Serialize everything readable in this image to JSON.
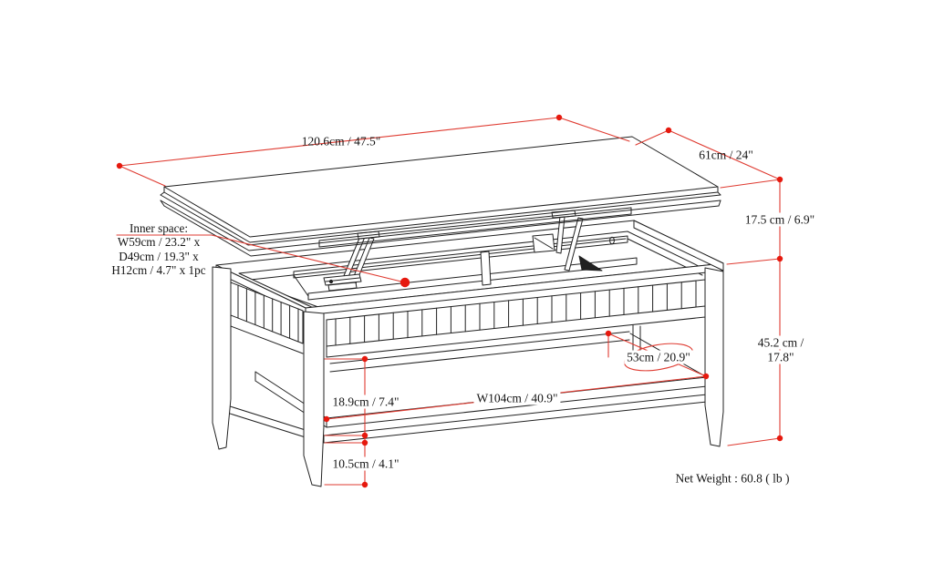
{
  "colors": {
    "background": "#ffffff",
    "line": "#212121",
    "dimension_line": "#df3b31",
    "dimension_dot": "#e6190e",
    "text": "#141414"
  },
  "drawing": {
    "subject": "lift-top coffee table technical dimension drawing",
    "labels": {
      "top_length": "120.6cm / 47.5\"",
      "top_depth": "61cm / 24\"",
      "lift_height": "17.5 cm / 6.9\"",
      "base_height_line1": "45.2 cm /",
      "base_height_line2": "17.8\"",
      "inner_space_title": "Inner space:",
      "inner_space_w": "W59cm / 23.2\" x",
      "inner_space_d": "D49cm / 19.3\" x",
      "inner_space_h": "H12cm / 4.7\" x 1pc",
      "shelf_clearance": "18.9cm / 7.4\"",
      "shelf_width": "W104cm / 40.9\"",
      "shelf_depth": "53cm / 20.9\"",
      "foot_height": "10.5cm / 4.1\"",
      "net_weight": "Net Weight : 60.8 ( lb )"
    }
  }
}
